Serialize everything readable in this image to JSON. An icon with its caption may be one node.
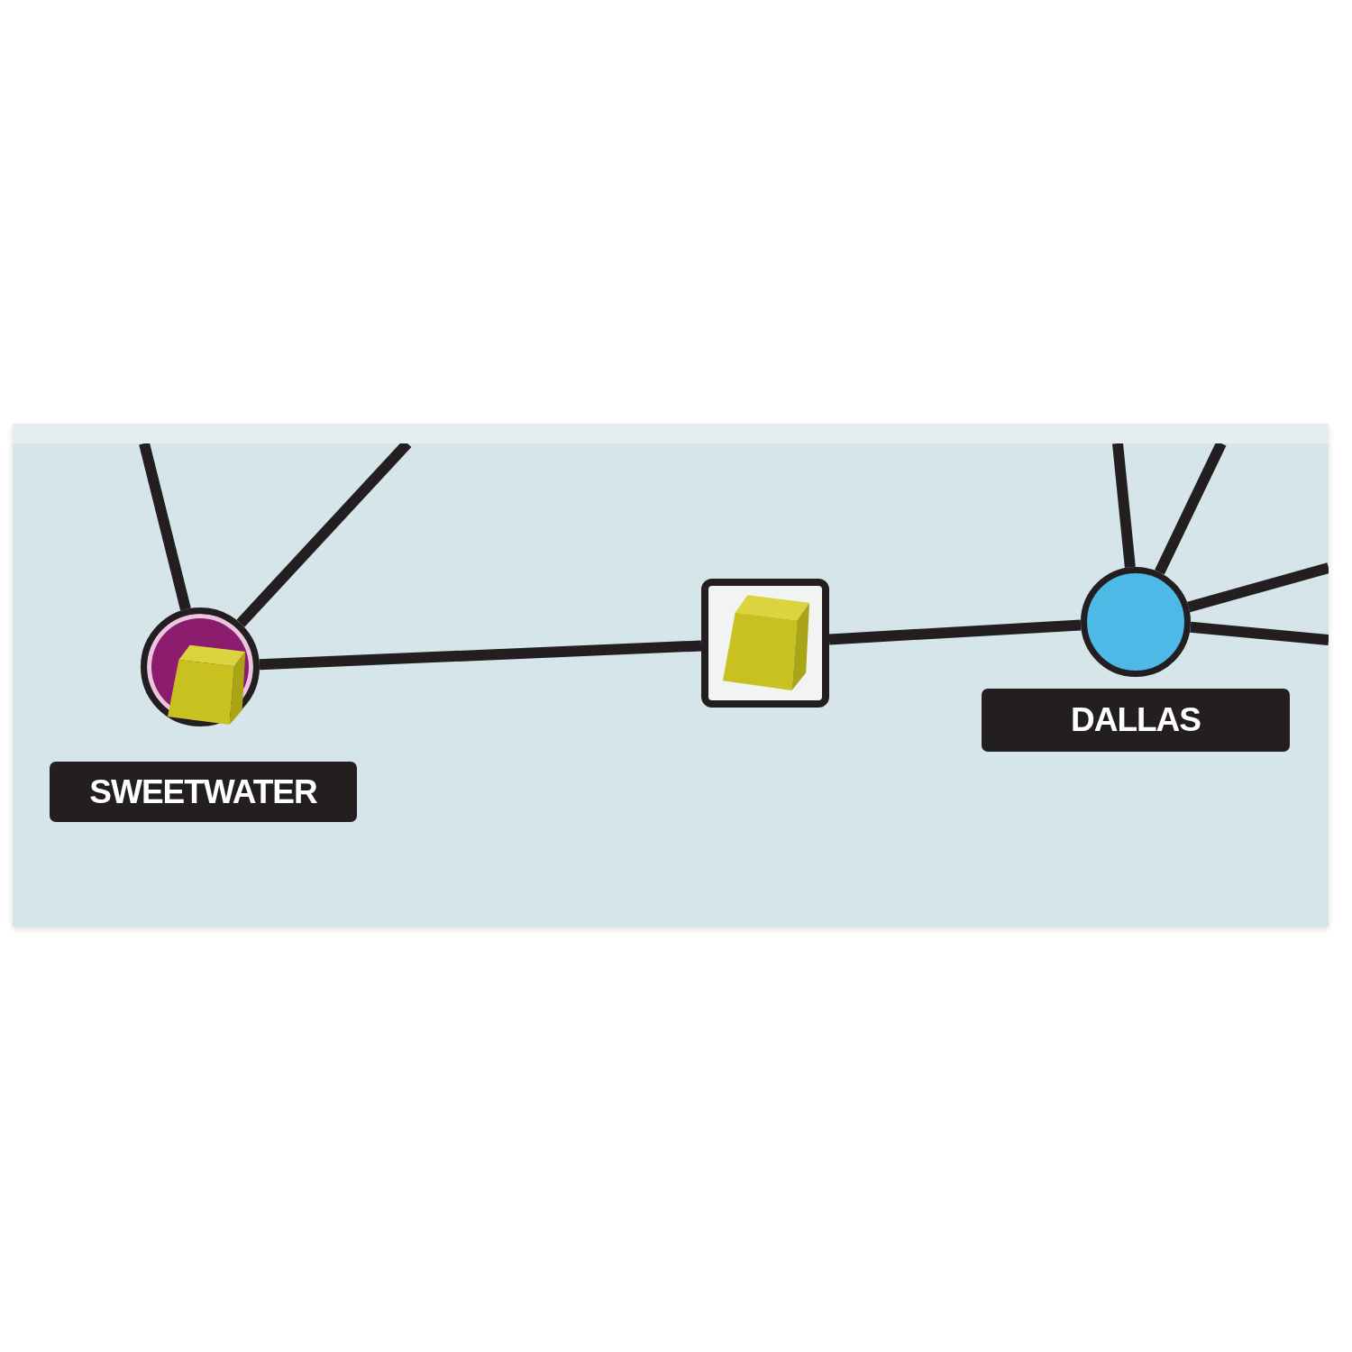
{
  "diagram": {
    "nodes": [
      {
        "text": [
          "SWEETWATER"
        ]
      },
      {
        "text": [],
        "shape": "box"
      },
      {
        "text": [
          "DALLAS"
        ]
      }
    ],
    "edges": [
      {
        "from": 0,
        "to": null,
        "arrow": "none"
      },
      {
        "from": 0,
        "to": null,
        "arrow": "none"
      },
      {
        "from": 0,
        "to": 1,
        "arrow": "none"
      },
      {
        "from": 1,
        "to": 2,
        "arrow": "none"
      },
      {
        "from": 2,
        "to": null,
        "arrow": "none"
      },
      {
        "from": 2,
        "to": null,
        "arrow": "none"
      },
      {
        "from": 2,
        "to": null,
        "arrow": "none"
      },
      {
        "from": 2,
        "to": null,
        "arrow": "none"
      }
    ]
  }
}
